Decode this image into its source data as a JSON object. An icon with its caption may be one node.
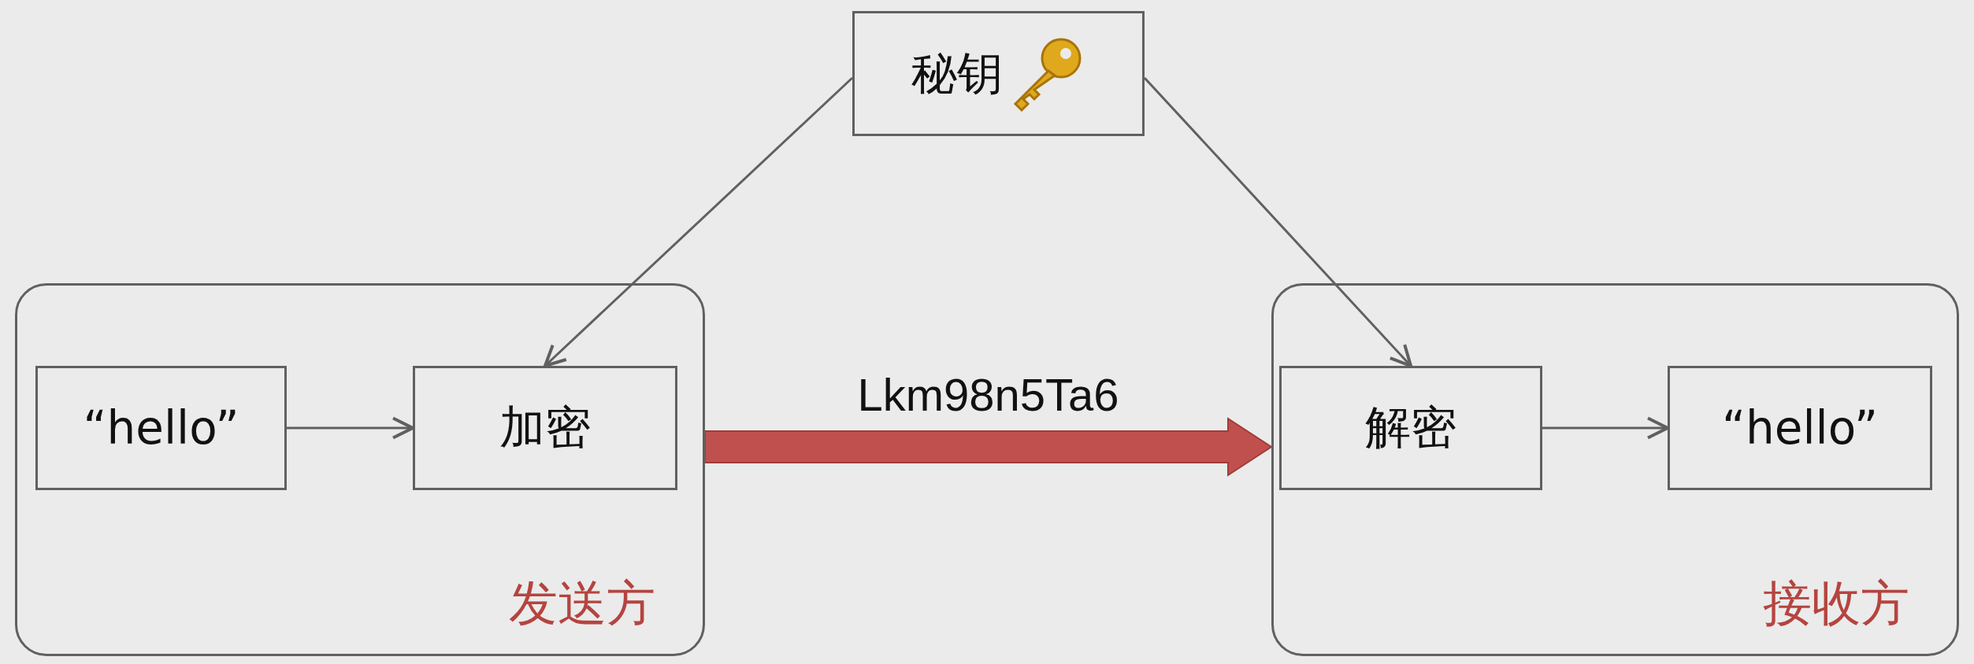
{
  "diagram": {
    "nodes": [
      {
        "text": [
          "秘钥"
        ]
      },
      {
        "text": [
          "发送方"
        ]
      },
      {
        "text": [
          "“hello”"
        ],
        "in": 1
      },
      {
        "text": [
          "加密"
        ],
        "in": 1
      },
      {
        "text": [
          "接收方"
        ]
      },
      {
        "text": [
          "解密"
        ],
        "in": 4
      },
      {
        "text": [
          "“hello”"
        ],
        "in": 4
      }
    ],
    "edges": [
      {
        "from": 0,
        "to": 3,
        "arrow": "to"
      },
      {
        "from": 0,
        "to": 5,
        "arrow": "to"
      },
      {
        "from": 2,
        "to": 3,
        "arrow": "to"
      },
      {
        "from": 1,
        "to": 4,
        "arrow": "to",
        "label": "Lkm98n5Ta6",
        "style": "thick",
        "color": "#c0504d"
      },
      {
        "from": 5,
        "to": 6,
        "arrow": "to"
      }
    ]
  }
}
